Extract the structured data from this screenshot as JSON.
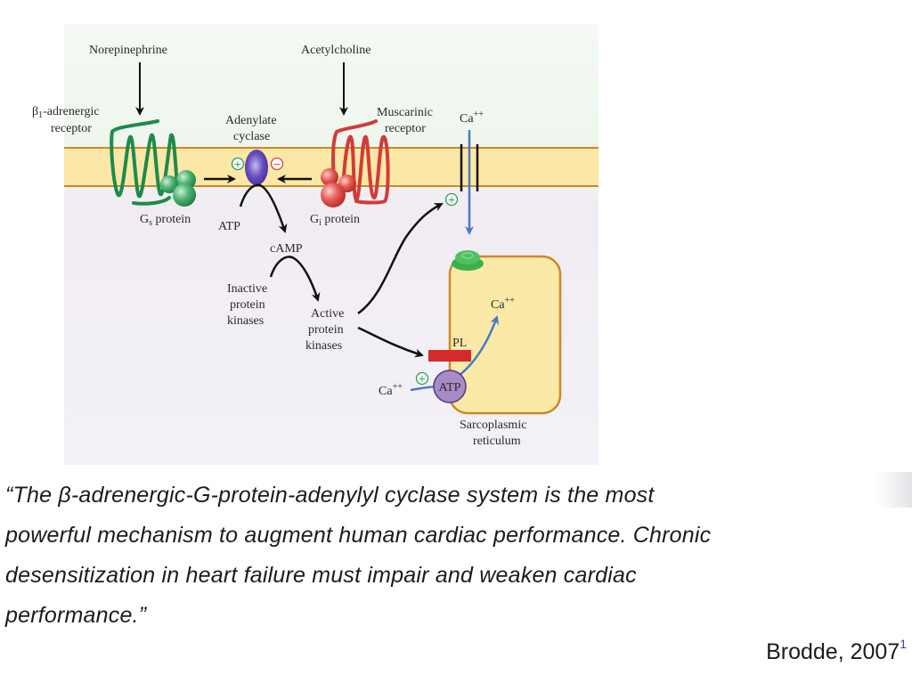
{
  "diagram": {
    "labels": {
      "norepinephrine": "Norepinephrine",
      "acetylcholine": "Acetylcholine",
      "beta1_receptor_line1": "β",
      "beta1_sub": "1",
      "beta1_receptor_line1b": "-adrenergic",
      "beta1_receptor_line2": "receptor",
      "adenylate_line1": "Adenylate",
      "adenylate_line2": "cyclase",
      "muscarinic_line1": "Muscarinic",
      "muscarinic_line2": "receptor",
      "ca_channel": "Ca",
      "ca_channel_sup": "++",
      "gs_protein_g": "G",
      "gs_protein_sub": "s",
      "gs_protein_rest": " protein",
      "gi_protein_g": "G",
      "gi_protein_sub": "i",
      "gi_protein_rest": " protein",
      "atp_top": "ATP",
      "camp": "cAMP",
      "inactive_line1": "Inactive",
      "inactive_line2": "protein",
      "inactive_line3": "kinases",
      "active_line1": "Active",
      "active_line2": "protein",
      "active_line3": "kinases",
      "pl": "PL",
      "ca_inside": "Ca",
      "ca_inside_sup": "++",
      "ca_pump": "Ca",
      "ca_pump_sup": "++",
      "atp_pump": "ATP",
      "sr_line1": "Sarcoplasmic",
      "sr_line2": "reticulum",
      "plus": "+",
      "minus": "−"
    },
    "colors": {
      "beta_receptor": "#1f8a4a",
      "muscarinic_receptor": "#d23b3b",
      "adenylate_cyclase": "#5a3fa8",
      "membrane_band": "#fbe7a6",
      "membrane_line": "#c98a2a",
      "ca_arrow": "#4a78c4",
      "phospholamban": "#d42a2a",
      "atp_pump": "#a78bc6",
      "sr_fill": "#fbe9a8",
      "sr_border": "#c98a2a"
    }
  },
  "quote": {
    "lines": [
      "“The β-adrenergic-G-protein-adenylyl cyclase system is the most",
      "powerful mechanism to augment human cardiac performance. Chronic",
      "desensitization in heart failure must impair and weaken cardiac",
      "performance.”"
    ],
    "citation": "Brodde, 2007",
    "citation_ref": "1"
  }
}
